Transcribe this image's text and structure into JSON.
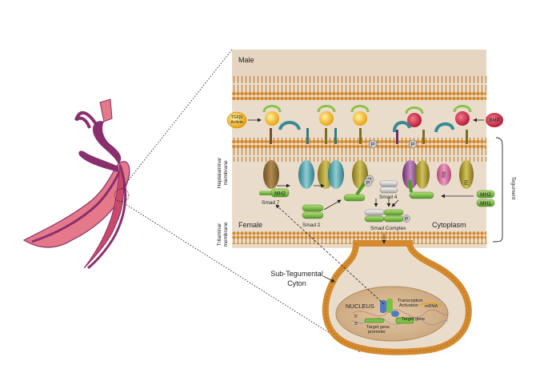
{
  "labels": {
    "male": "Male",
    "female": "Female",
    "cytoplasm": "Cytoplasm",
    "heptalaminar": "Heptalaminar",
    "membrane_1": "membrane",
    "trilaminar": "Trilaminar",
    "membrane_2": "membrane",
    "tegument": "Tegument",
    "sub_tegumental_1": "Sub-Tegumental",
    "sub_tegumental_2": "Cyton",
    "tgfb_1": "TGFβ/",
    "tgfb_2": "Activin",
    "bmp": "BMP",
    "smad7": "Smad 7",
    "mh2_left": "MH2",
    "smad2": "Smad 2",
    "smad4": "Smad 4",
    "smad_complex": "Smad Complex",
    "mh2_right": "MH2",
    "mh1_right": "MH1",
    "rii": "RII",
    "ri": "RI",
    "p": "P",
    "nucleus": "NUCLEUS",
    "transcription_1": "Transcription",
    "transcription_2": "Activation",
    "mrna": "mRNA",
    "target_gene": "Target gene",
    "promoter_1": "Target gene",
    "promoter_2": "promoter",
    "five_prime": "5'",
    "three_prime": "3'"
  },
  "colors": {
    "membrane": "#d48a2e",
    "membrane_dark": "#a9661c",
    "background": "#eadccb",
    "ligand_yellow": "#f6c515",
    "ligand_red": "#d9304a",
    "receptor_brown": "#8a6a3a",
    "receptor_teal": "#4f9ea6",
    "receptor_olive": "#a8962e",
    "receptor_purple": "#8c4f8c",
    "smad_green": "#7cbf45",
    "worm_pink": "#e0667a",
    "worm_purple": "#8a2f6e"
  }
}
